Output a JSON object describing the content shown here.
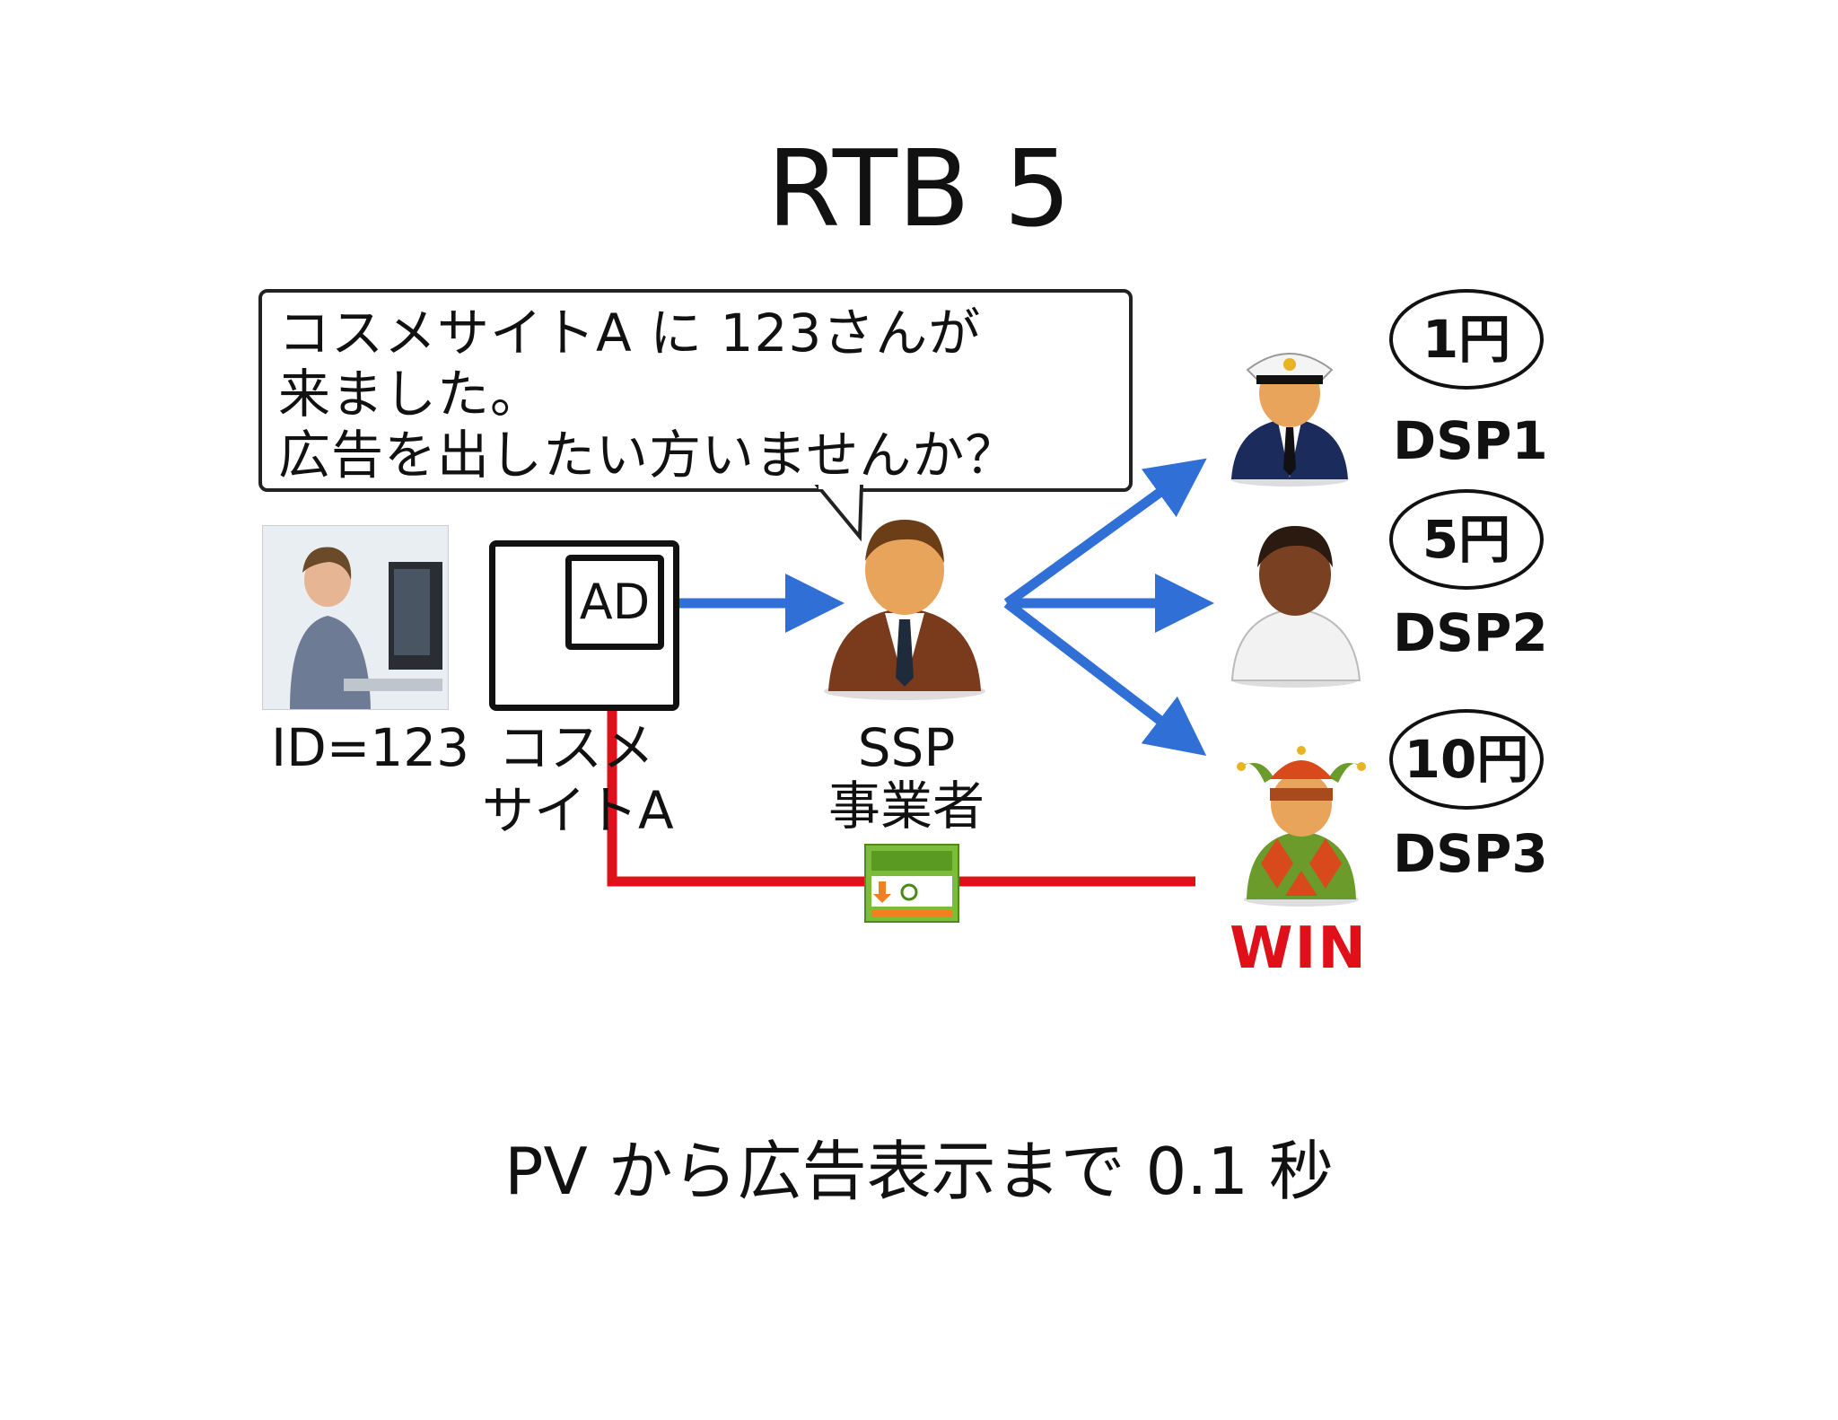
{
  "title": "RTB 5",
  "speech": {
    "line1": "コスメサイトA に 123さんが",
    "line2": "来ました。",
    "line3": "広告を出したい方いませんか？"
  },
  "user": {
    "id_label": "ID=123"
  },
  "site": {
    "label_line1": "コスメ",
    "label_line2": "サイトA",
    "ad_label": "AD"
  },
  "ssp": {
    "label_line1": "SSP",
    "label_line2": "事業者"
  },
  "dsps": [
    {
      "name": "DSP1",
      "bid": "1円"
    },
    {
      "name": "DSP2",
      "bid": "5円"
    },
    {
      "name": "DSP3",
      "bid": "10円"
    }
  ],
  "winner_label": "WIN",
  "caption": "PV から広告表示まで 0.1 秒",
  "colors": {
    "request_arrow": "#2f6fd6",
    "response_arrow": "#e0101a",
    "win": "#e0101a"
  },
  "icons": [
    "woman-at-computer-photo",
    "ssp-businessman-icon",
    "captain-icon",
    "person-icon",
    "jester-icon",
    "ad-banner-icon"
  ]
}
